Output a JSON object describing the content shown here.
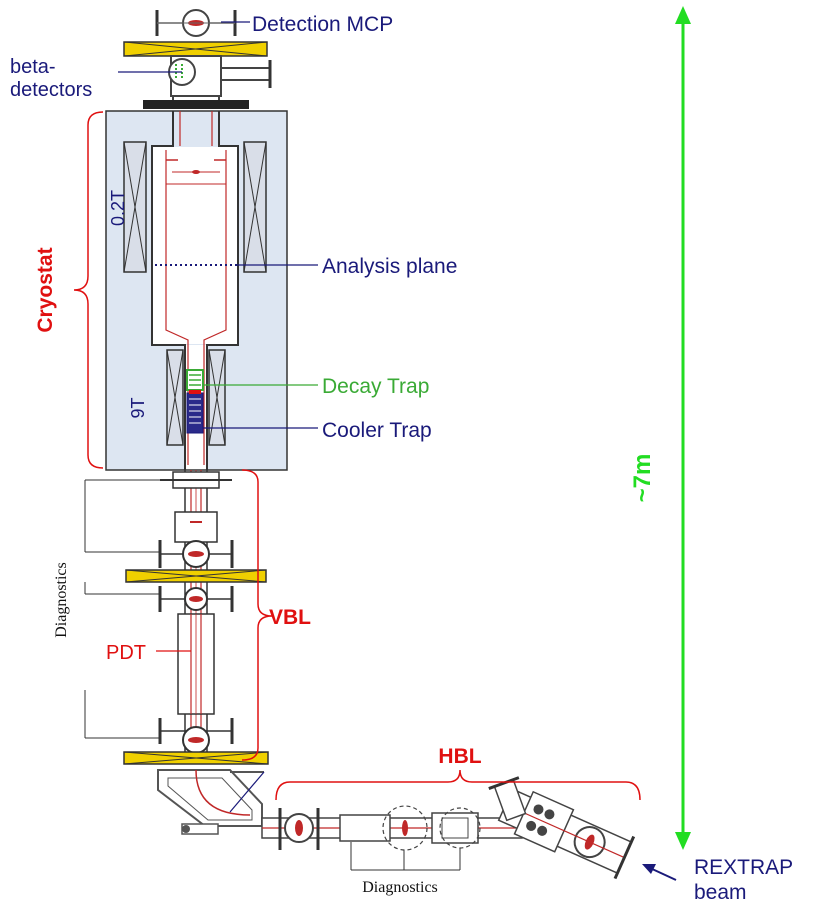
{
  "labels": {
    "detection_mcp": "Detection MCP",
    "beta_detectors_line1": "beta-",
    "beta_detectors_line2": "detectors",
    "cryostat": "Cryostat",
    "field_low": "0.2T",
    "field_high": "9T",
    "analysis_plane": "Analysis plane",
    "decay_trap": "Decay Trap",
    "cooler_trap": "Cooler Trap",
    "vbl": "VBL",
    "pdt": "PDT",
    "diagnostics_vertical": "Diagnostics",
    "hbl": "HBL",
    "diagnostics_horizontal": "Diagnostics",
    "height_scale": "~7m",
    "rextrap_line1": "REXTRAP",
    "rextrap_line2": "beam"
  },
  "colors": {
    "label_navy": "#1a1a7a",
    "section_red": "#e01010",
    "decay_green": "#3aaa35",
    "scale_green": "#22dd22",
    "cryostat_fill": "#dde6f2",
    "magnet_fill": "#d9dee8",
    "beamline_red": "#c02828",
    "hardware_grey": "#5a5a5a",
    "flange_yellow": "#f0d000"
  }
}
